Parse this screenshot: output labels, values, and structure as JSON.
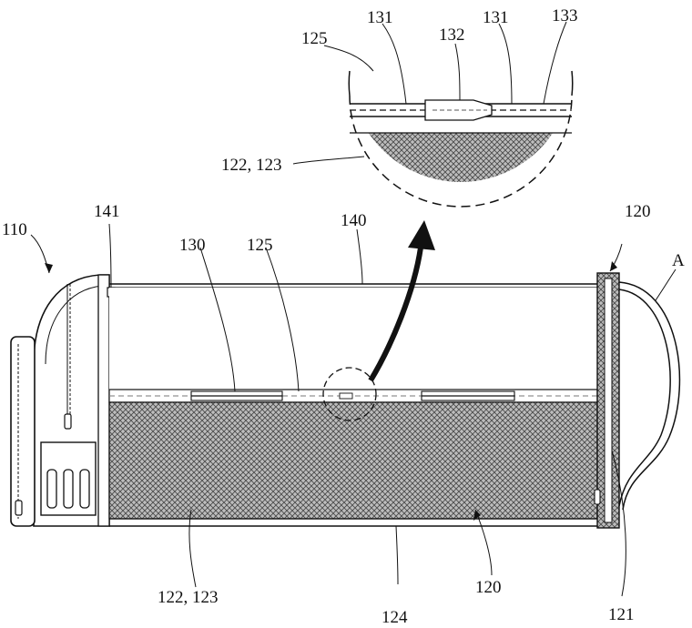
{
  "labels": {
    "l110": "110",
    "l141": "141",
    "l130": "130",
    "l125_main": "125",
    "l140": "140",
    "l120_top": "120",
    "lA": "A",
    "l122_123_bottom": "122, 123",
    "l124": "124",
    "l120_bottom": "120",
    "l121": "121",
    "l125_detail": "125",
    "l131_left": "131",
    "l132": "132",
    "l131_right": "131",
    "l133": "133",
    "l122_123_detail": "122, 123"
  }
}
